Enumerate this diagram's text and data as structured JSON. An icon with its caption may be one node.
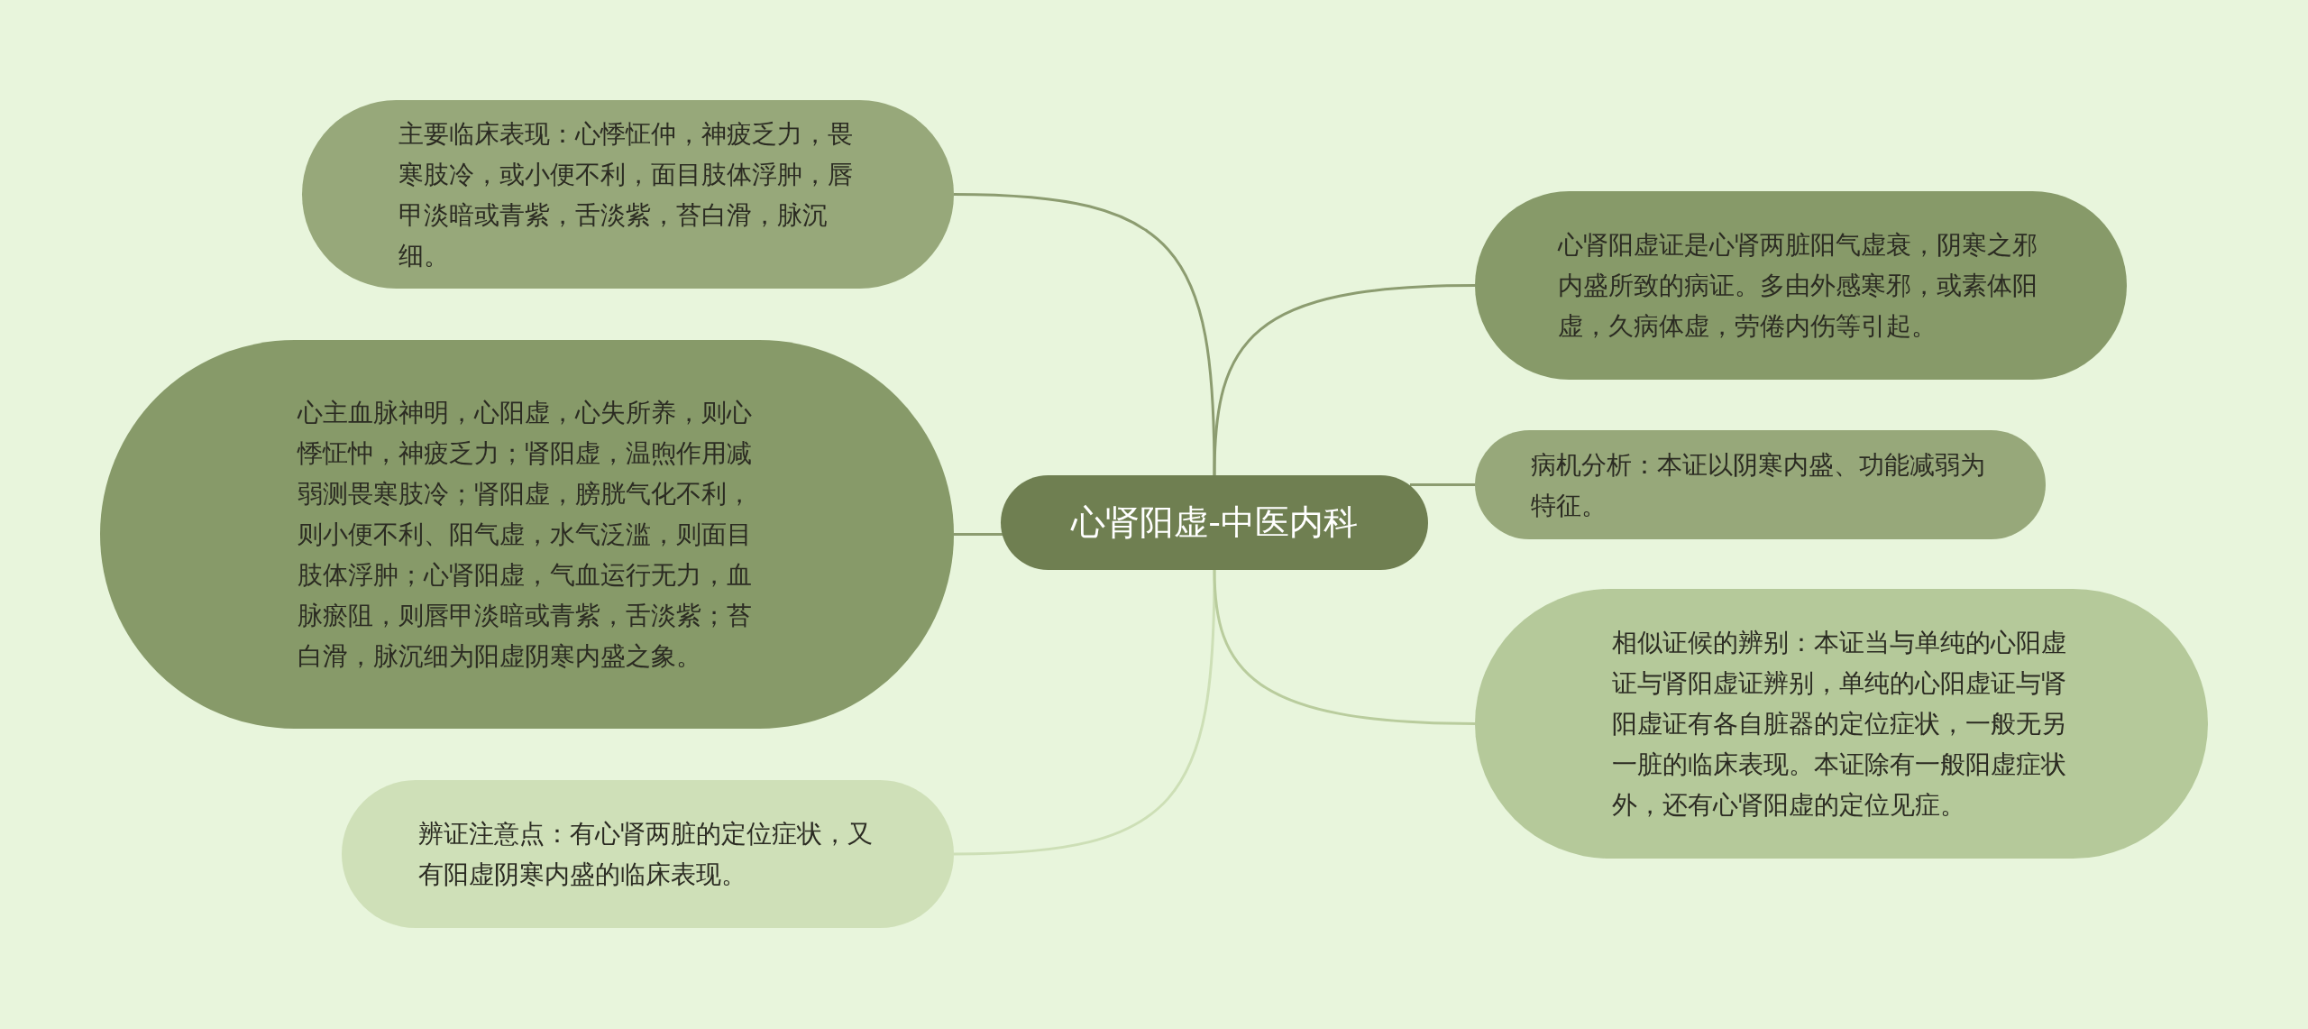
{
  "diagram": {
    "nodes": [
      {
        "text": [
          "心肾阳虚-中医内科"
        ]
      },
      {
        "text": [
          "主要临床表现：心悸怔仲，神疲乏力，畏寒肢冷，或小便不利，面目肢体浮肿，唇甲淡暗或青紫，舌淡紫，苔白滑，脉沉细。"
        ]
      },
      {
        "text": [
          "心主血脉神明，心阳虚，心失所养，则心悸怔忡，神疲乏力；肾阳虚，温煦作用减弱测畏寒肢冷；肾阳虚，膀胱气化不利，则小便不利、阳气虚，水气泛滥，则面目肢体浮肿；心肾阳虚，气血运行无力，血脉瘀阻，则唇甲淡暗或青紫，舌淡紫；苔白滑，脉沉细为阳虚阴寒内盛之象。"
        ]
      },
      {
        "text": [
          "辨证注意点：有心肾两脏的定位症状，又有阳虚阴寒内盛的临床表现。"
        ]
      },
      {
        "text": [
          "心肾阳虚证是心肾两脏阳气虚衰，阴寒之邪内盛所致的病证。多由外感寒邪，或素体阳虚，久病体虚，劳倦内伤等引起。"
        ]
      },
      {
        "text": [
          "病机分析：本证以阴寒内盛、功能减弱为特征。"
        ]
      },
      {
        "text": [
          "相似证候的辨别：本证当与单纯的心阳虚证与肾阳虚证辨别，单纯的心阳虚证与肾阳虚证有各自脏器的定位症状，一般无另一脏的临床表现。本证除有一般阳虚症状外，还有心肾阳虚的定位见症。"
        ]
      }
    ],
    "edges": [
      {
        "from": 0,
        "to": 1,
        "arrow": "none"
      },
      {
        "from": 0,
        "to": 2,
        "arrow": "none"
      },
      {
        "from": 0,
        "to": 3,
        "arrow": "none",
        "color": "#cddfb6"
      },
      {
        "from": 0,
        "to": 4,
        "arrow": "none"
      },
      {
        "from": 0,
        "to": 5,
        "arrow": "none"
      },
      {
        "from": 0,
        "to": 6,
        "arrow": "none",
        "color": "#b9cc9d"
      }
    ]
  }
}
